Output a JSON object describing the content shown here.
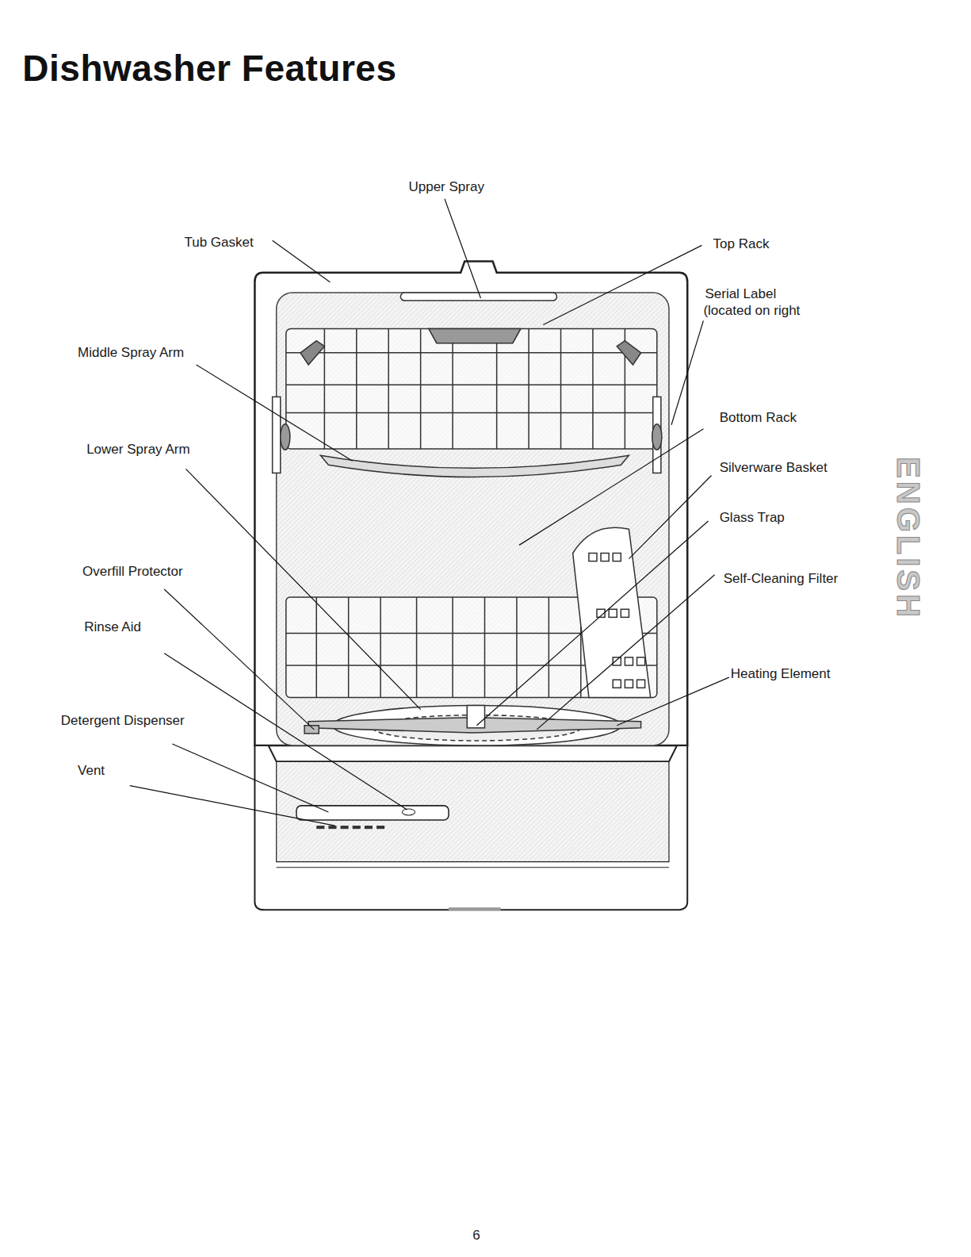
{
  "diagram": {
    "title": "Dishwasher Features",
    "labels": [
      "Upper Spray",
      "Tub Gasket",
      "Top Rack",
      "Serial Label",
      "(located on right",
      "Middle Spray Arm",
      "Bottom Rack",
      "Lower Spray Arm",
      "Silverware Basket",
      "Glass Trap",
      "Overfill Protector",
      "Self-Cleaning Filter",
      "Rinse Aid",
      "Heating Element",
      "Detergent Dispenser",
      "Vent",
      "6",
      "ENGLISH"
    ]
  }
}
